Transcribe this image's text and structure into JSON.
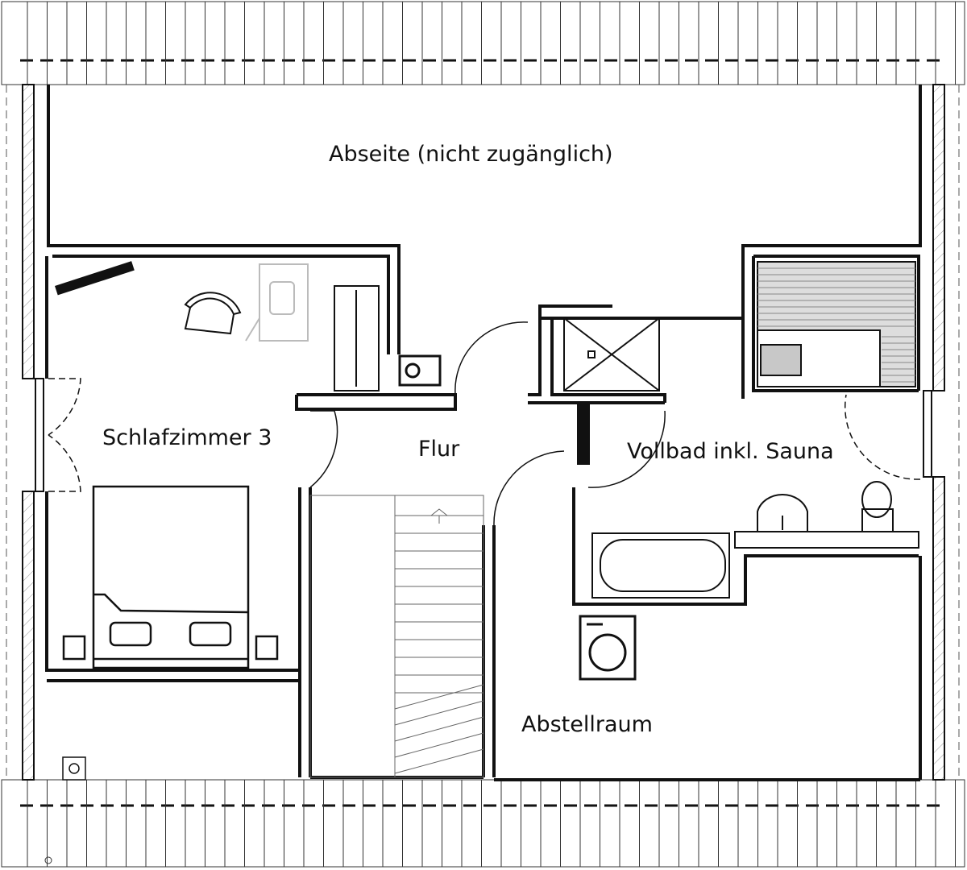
{
  "rooms": {
    "abseite": "Abseite (nicht zugänglich)",
    "schlafzimmer": "Schlafzimmer 3",
    "flur": "Flur",
    "vollbad": "Vollbad inkl. Sauna",
    "abstellraum": "Abstellraum"
  },
  "colors": {
    "wall": "#111111",
    "furniture_gray": "#bbbbbb",
    "sauna_bench": "#c8c8c8"
  }
}
